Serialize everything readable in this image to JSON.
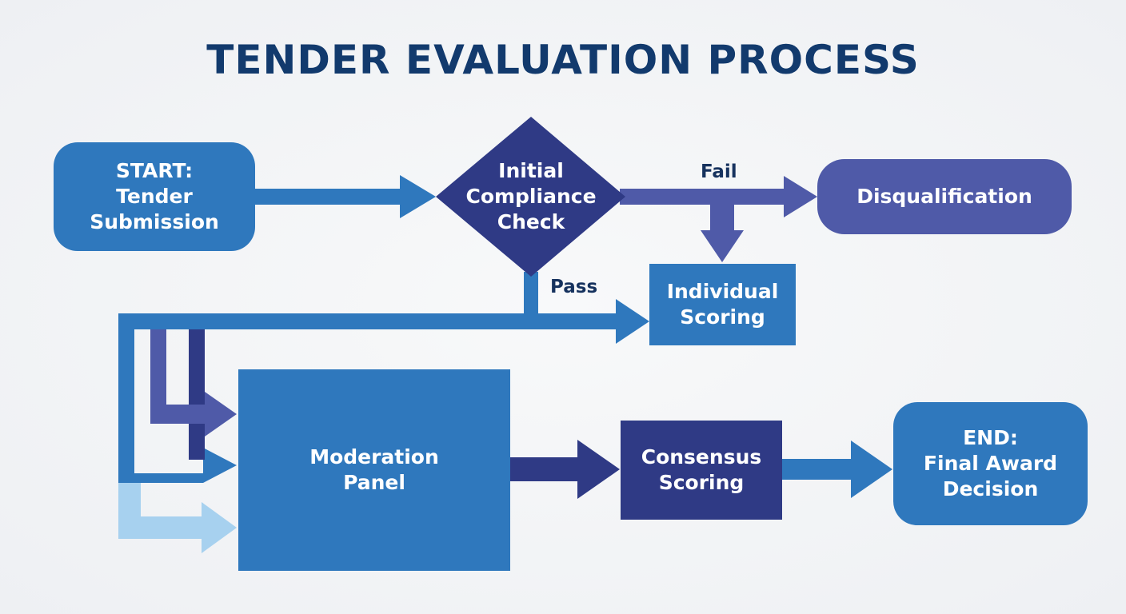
{
  "title": "TENDER EVALUATION PROCESS",
  "nodes": {
    "start": "START:\nTender\nSubmission",
    "compliance": "Initial\nCompliance\nCheck",
    "disqualification": "Disqualification",
    "individual": "Individual\nScoring",
    "moderation": "Moderation\nPanel",
    "consensus": "Consensus\nScoring",
    "end": "END:\nFinal Award\nDecision"
  },
  "edges": {
    "fail": "Fail",
    "pass": "Pass"
  },
  "colors": {
    "title": "#123a6d",
    "blue": "#2f78bd",
    "indigo": "#2f3a85",
    "violet": "#4f5aa8",
    "light_blue": "#a7d1ef"
  }
}
